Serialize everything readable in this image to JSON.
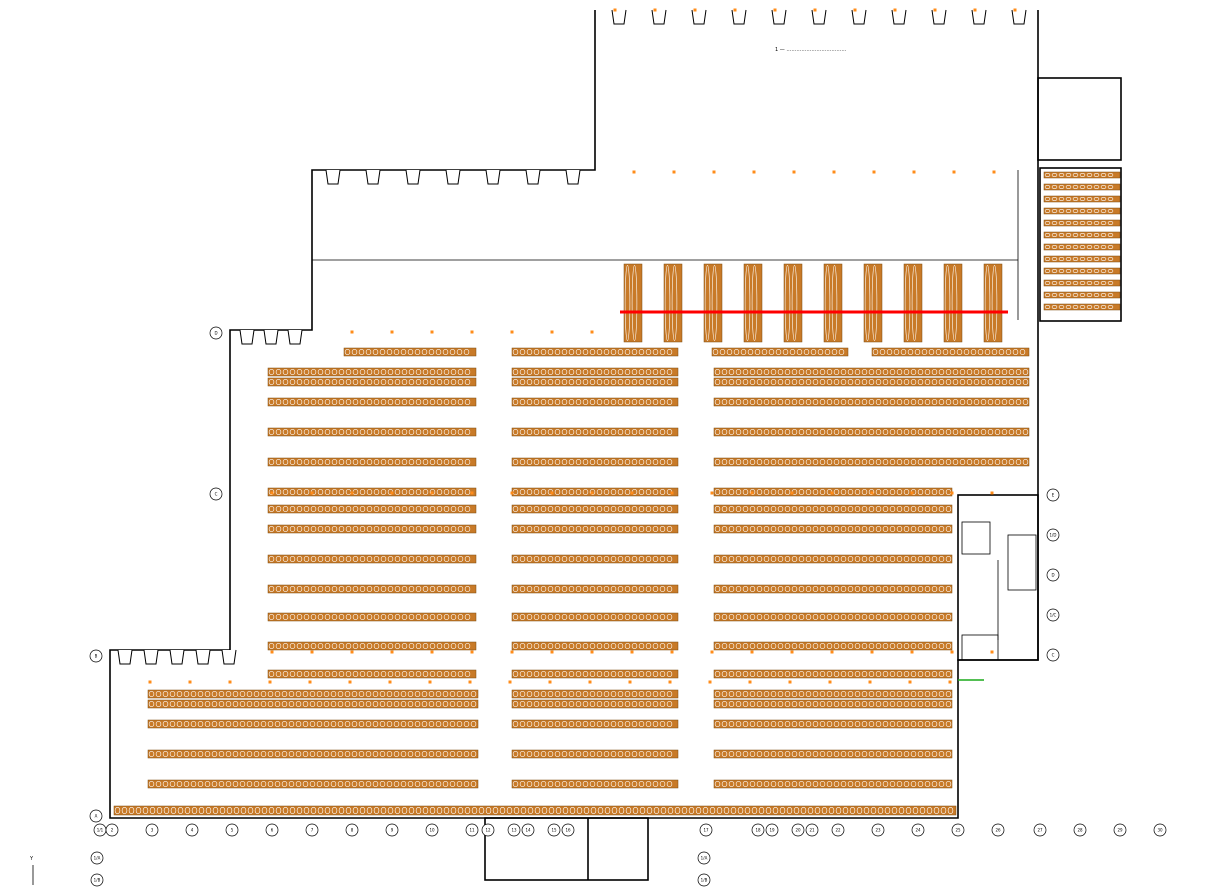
{
  "drawing": {
    "header_note": "1 — ………………………………",
    "axis_label": "Y"
  },
  "colors": {
    "wall": "#000000",
    "rack_fill": "#c87a28",
    "rack_cell": "#ffffff",
    "column_marker": "#ff8c1a",
    "highlight": "#ff0000",
    "ground": "#1aaa1a",
    "grid_bubble": "#000000"
  },
  "grid_bubbles": {
    "bottom_row": [
      "1/1",
      "2",
      "3",
      "4",
      "5",
      "6",
      "7",
      "8",
      "9",
      "10",
      "11",
      "12",
      "13",
      "14",
      "15",
      "16",
      "17",
      "18",
      "19",
      "20",
      "21",
      "22",
      "23",
      "24",
      "25",
      "26",
      "27",
      "28",
      "29",
      "30"
    ],
    "right_col": [
      "E",
      "1/D",
      "D",
      "1/C",
      "C"
    ],
    "left_col": [
      "A",
      "B",
      "C",
      "D"
    ],
    "below_left": [
      "1/A",
      "1/B"
    ],
    "below_center": [
      "1/A",
      "1/B"
    ]
  }
}
